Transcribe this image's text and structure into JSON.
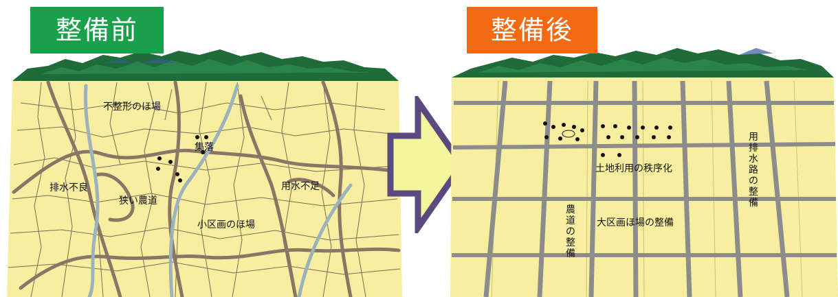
{
  "before": {
    "badge": "整備前",
    "labels": {
      "irregular_fields": "不整形のほ場",
      "village": "集落",
      "poor_drainage": "排水不良",
      "narrow_roads": "狭い農道",
      "water_shortage": "用水不足",
      "small_plots": "小区画のほ場"
    }
  },
  "after": {
    "badge": "整備後",
    "labels": {
      "land_use_order": "土地利用の秩序化",
      "canal_improvement": "用排水路の整備",
      "farm_road_improvement": "農道の整備",
      "large_plots": "大区画ほ場の整備"
    }
  },
  "colors": {
    "before_badge": "#1aa04a",
    "after_badge": "#f36a12",
    "field": "#f7ef9f",
    "road": "#8a7566",
    "canal": "#9cb3bd",
    "grid_road": "#8c8c8c",
    "mountain": "#1f6b3a",
    "arrow_fill": "#f5f5a0",
    "arrow_stroke": "#5b4a7f"
  }
}
